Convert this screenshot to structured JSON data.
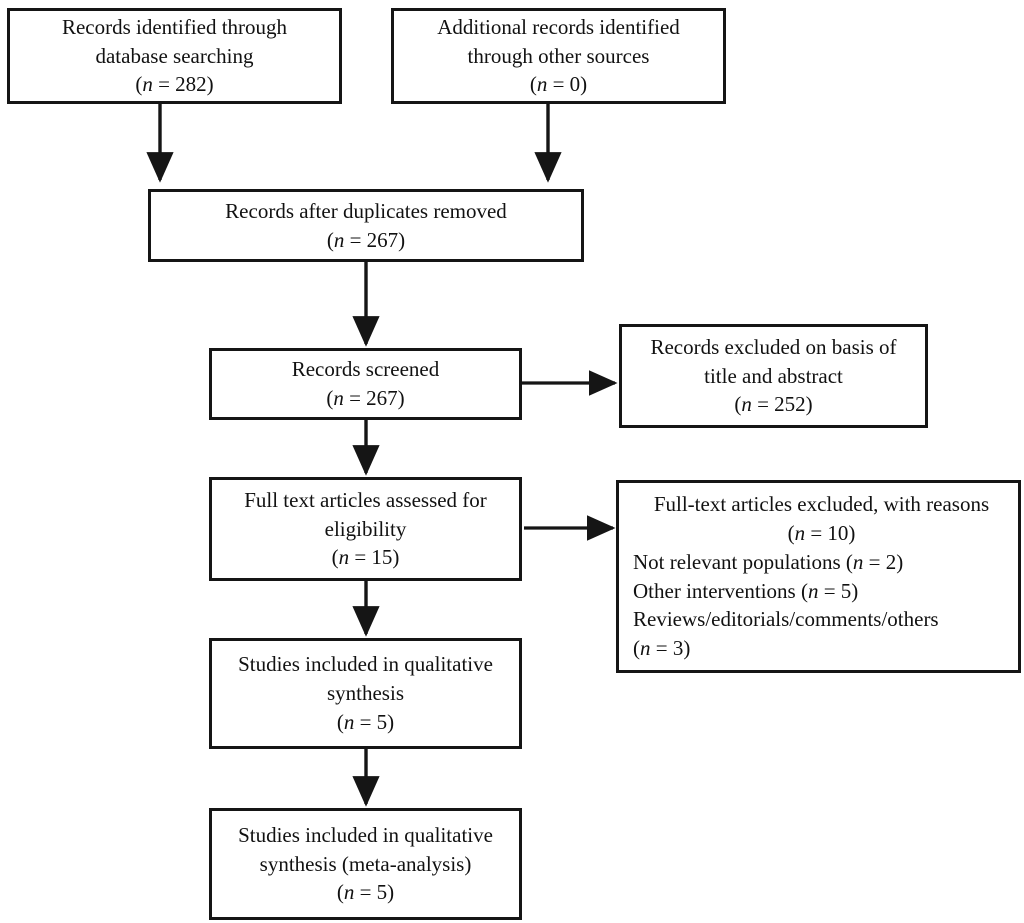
{
  "diagram": {
    "title": "PRISMA flow diagram",
    "type": "flowchart",
    "line_color": "#151515",
    "text_color": "#111111",
    "background": "#ffffff",
    "nodes": [
      {
        "id": "identified-database",
        "lines": [
          {
            "text": "Records identified through",
            "italic_n": false
          },
          {
            "text": "database searching",
            "italic_n": false
          },
          {
            "text": "(n = 282)",
            "italic_n": true
          }
        ]
      },
      {
        "id": "identified-other-sources",
        "lines": [
          {
            "text": "Additional records identified",
            "italic_n": false
          },
          {
            "text": "through other sources",
            "italic_n": false
          },
          {
            "text": "(n = 0)",
            "italic_n": true
          }
        ]
      },
      {
        "id": "duplicates-removed",
        "lines": [
          {
            "text": "Records after duplicates removed",
            "italic_n": false
          },
          {
            "text": "(n = 267)",
            "italic_n": true
          }
        ]
      },
      {
        "id": "records-screened",
        "lines": [
          {
            "text": "Records screened",
            "italic_n": false
          },
          {
            "text": "(n = 267)",
            "italic_n": true
          }
        ]
      },
      {
        "id": "records-excluded",
        "lines": [
          {
            "text": "Records excluded on basis of",
            "italic_n": false
          },
          {
            "text": "title and abstract",
            "italic_n": false
          },
          {
            "text": "(n = 252)",
            "italic_n": true
          }
        ]
      },
      {
        "id": "fulltext-assessed",
        "lines": [
          {
            "text": "Full text articles assessed for",
            "italic_n": false
          },
          {
            "text": "eligibility",
            "italic_n": false
          },
          {
            "text": "(n = 15)",
            "italic_n": true
          }
        ]
      },
      {
        "id": "fulltext-excluded-reasons",
        "lines": [
          {
            "text": "Full-text articles excluded, with reasons",
            "italic_n": false,
            "centered": true
          },
          {
            "text": "(n = 10)",
            "italic_n": true,
            "centered": true
          },
          {
            "text": "Not relevant populations (n = 2)",
            "italic_n": true,
            "centered": false
          },
          {
            "text": "Other interventions (n = 5)",
            "italic_n": true,
            "centered": false
          },
          {
            "text": "Reviews/editorials/comments/others",
            "italic_n": false,
            "centered": false
          },
          {
            "text": " (n = 3)",
            "italic_n": true,
            "centered": false
          }
        ]
      },
      {
        "id": "included-qualitative",
        "lines": [
          {
            "text": "Studies included in qualitative",
            "italic_n": false
          },
          {
            "text": "synthesis",
            "italic_n": false
          },
          {
            "text": "(n = 5)",
            "italic_n": true
          }
        ]
      },
      {
        "id": "included-meta-analysis",
        "lines": [
          {
            "text": "Studies included in qualitative",
            "italic_n": false
          },
          {
            "text": "synthesis (meta-analysis)",
            "italic_n": false
          },
          {
            "text": "(n = 5)",
            "italic_n": true
          }
        ]
      }
    ],
    "edges": [
      {
        "id": "edge-database-to-duplicates",
        "from": "identified-database",
        "to": "duplicates-removed",
        "direction": "down"
      },
      {
        "id": "edge-other-to-duplicates",
        "from": "identified-other-sources",
        "to": "duplicates-removed",
        "direction": "down"
      },
      {
        "id": "edge-duplicates-to-screened",
        "from": "duplicates-removed",
        "to": "records-screened",
        "direction": "down"
      },
      {
        "id": "edge-screened-to-excluded",
        "from": "records-screened",
        "to": "records-excluded",
        "direction": "right"
      },
      {
        "id": "edge-screened-to-fulltext",
        "from": "records-screened",
        "to": "fulltext-assessed",
        "direction": "down"
      },
      {
        "id": "edge-fulltext-to-reasons",
        "from": "fulltext-assessed",
        "to": "fulltext-excluded-reasons",
        "direction": "right"
      },
      {
        "id": "edge-fulltext-to-qualitative",
        "from": "fulltext-assessed",
        "to": "included-qualitative",
        "direction": "down"
      },
      {
        "id": "edge-qualitative-to-meta",
        "from": "included-qualitative",
        "to": "included-meta-analysis",
        "direction": "down"
      }
    ]
  }
}
